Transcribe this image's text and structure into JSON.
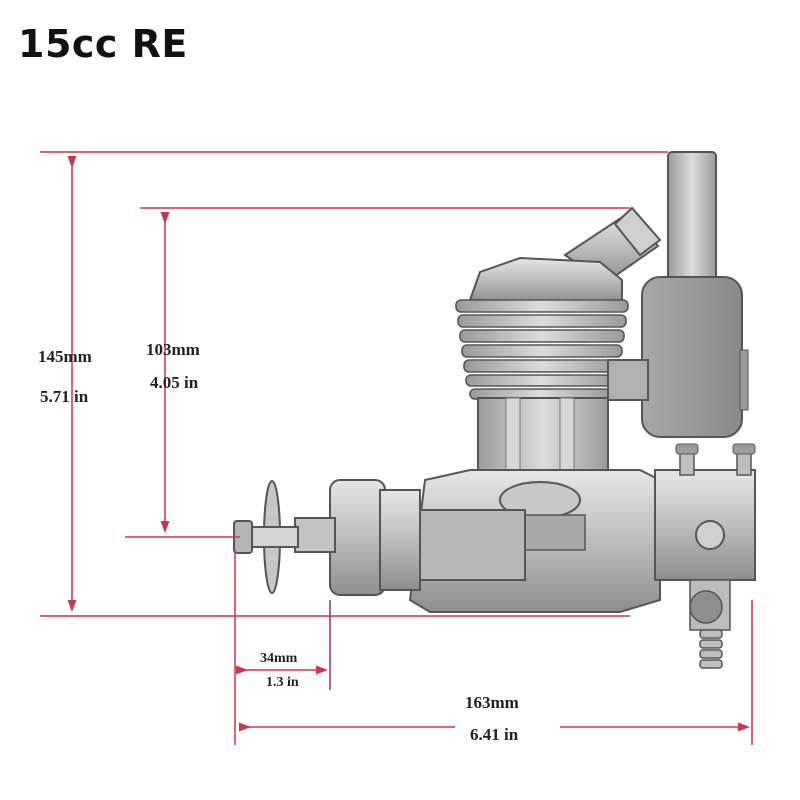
{
  "title": "15cc RE",
  "colors": {
    "dimension_line": "#c8374b",
    "extension_line": "#9a2a8a",
    "engine_metal": "#b9b9b9",
    "engine_dark": "#6f6f6f"
  },
  "dimensions": {
    "overall_height": {
      "mm": "145mm",
      "in": "5.71 in"
    },
    "mount_height": {
      "mm": "103mm",
      "in": "4.05 in"
    },
    "prop_offset": {
      "mm": "34mm",
      "in": "1.3 in"
    },
    "overall_length": {
      "mm": "163mm",
      "in": "6.41 in"
    }
  }
}
